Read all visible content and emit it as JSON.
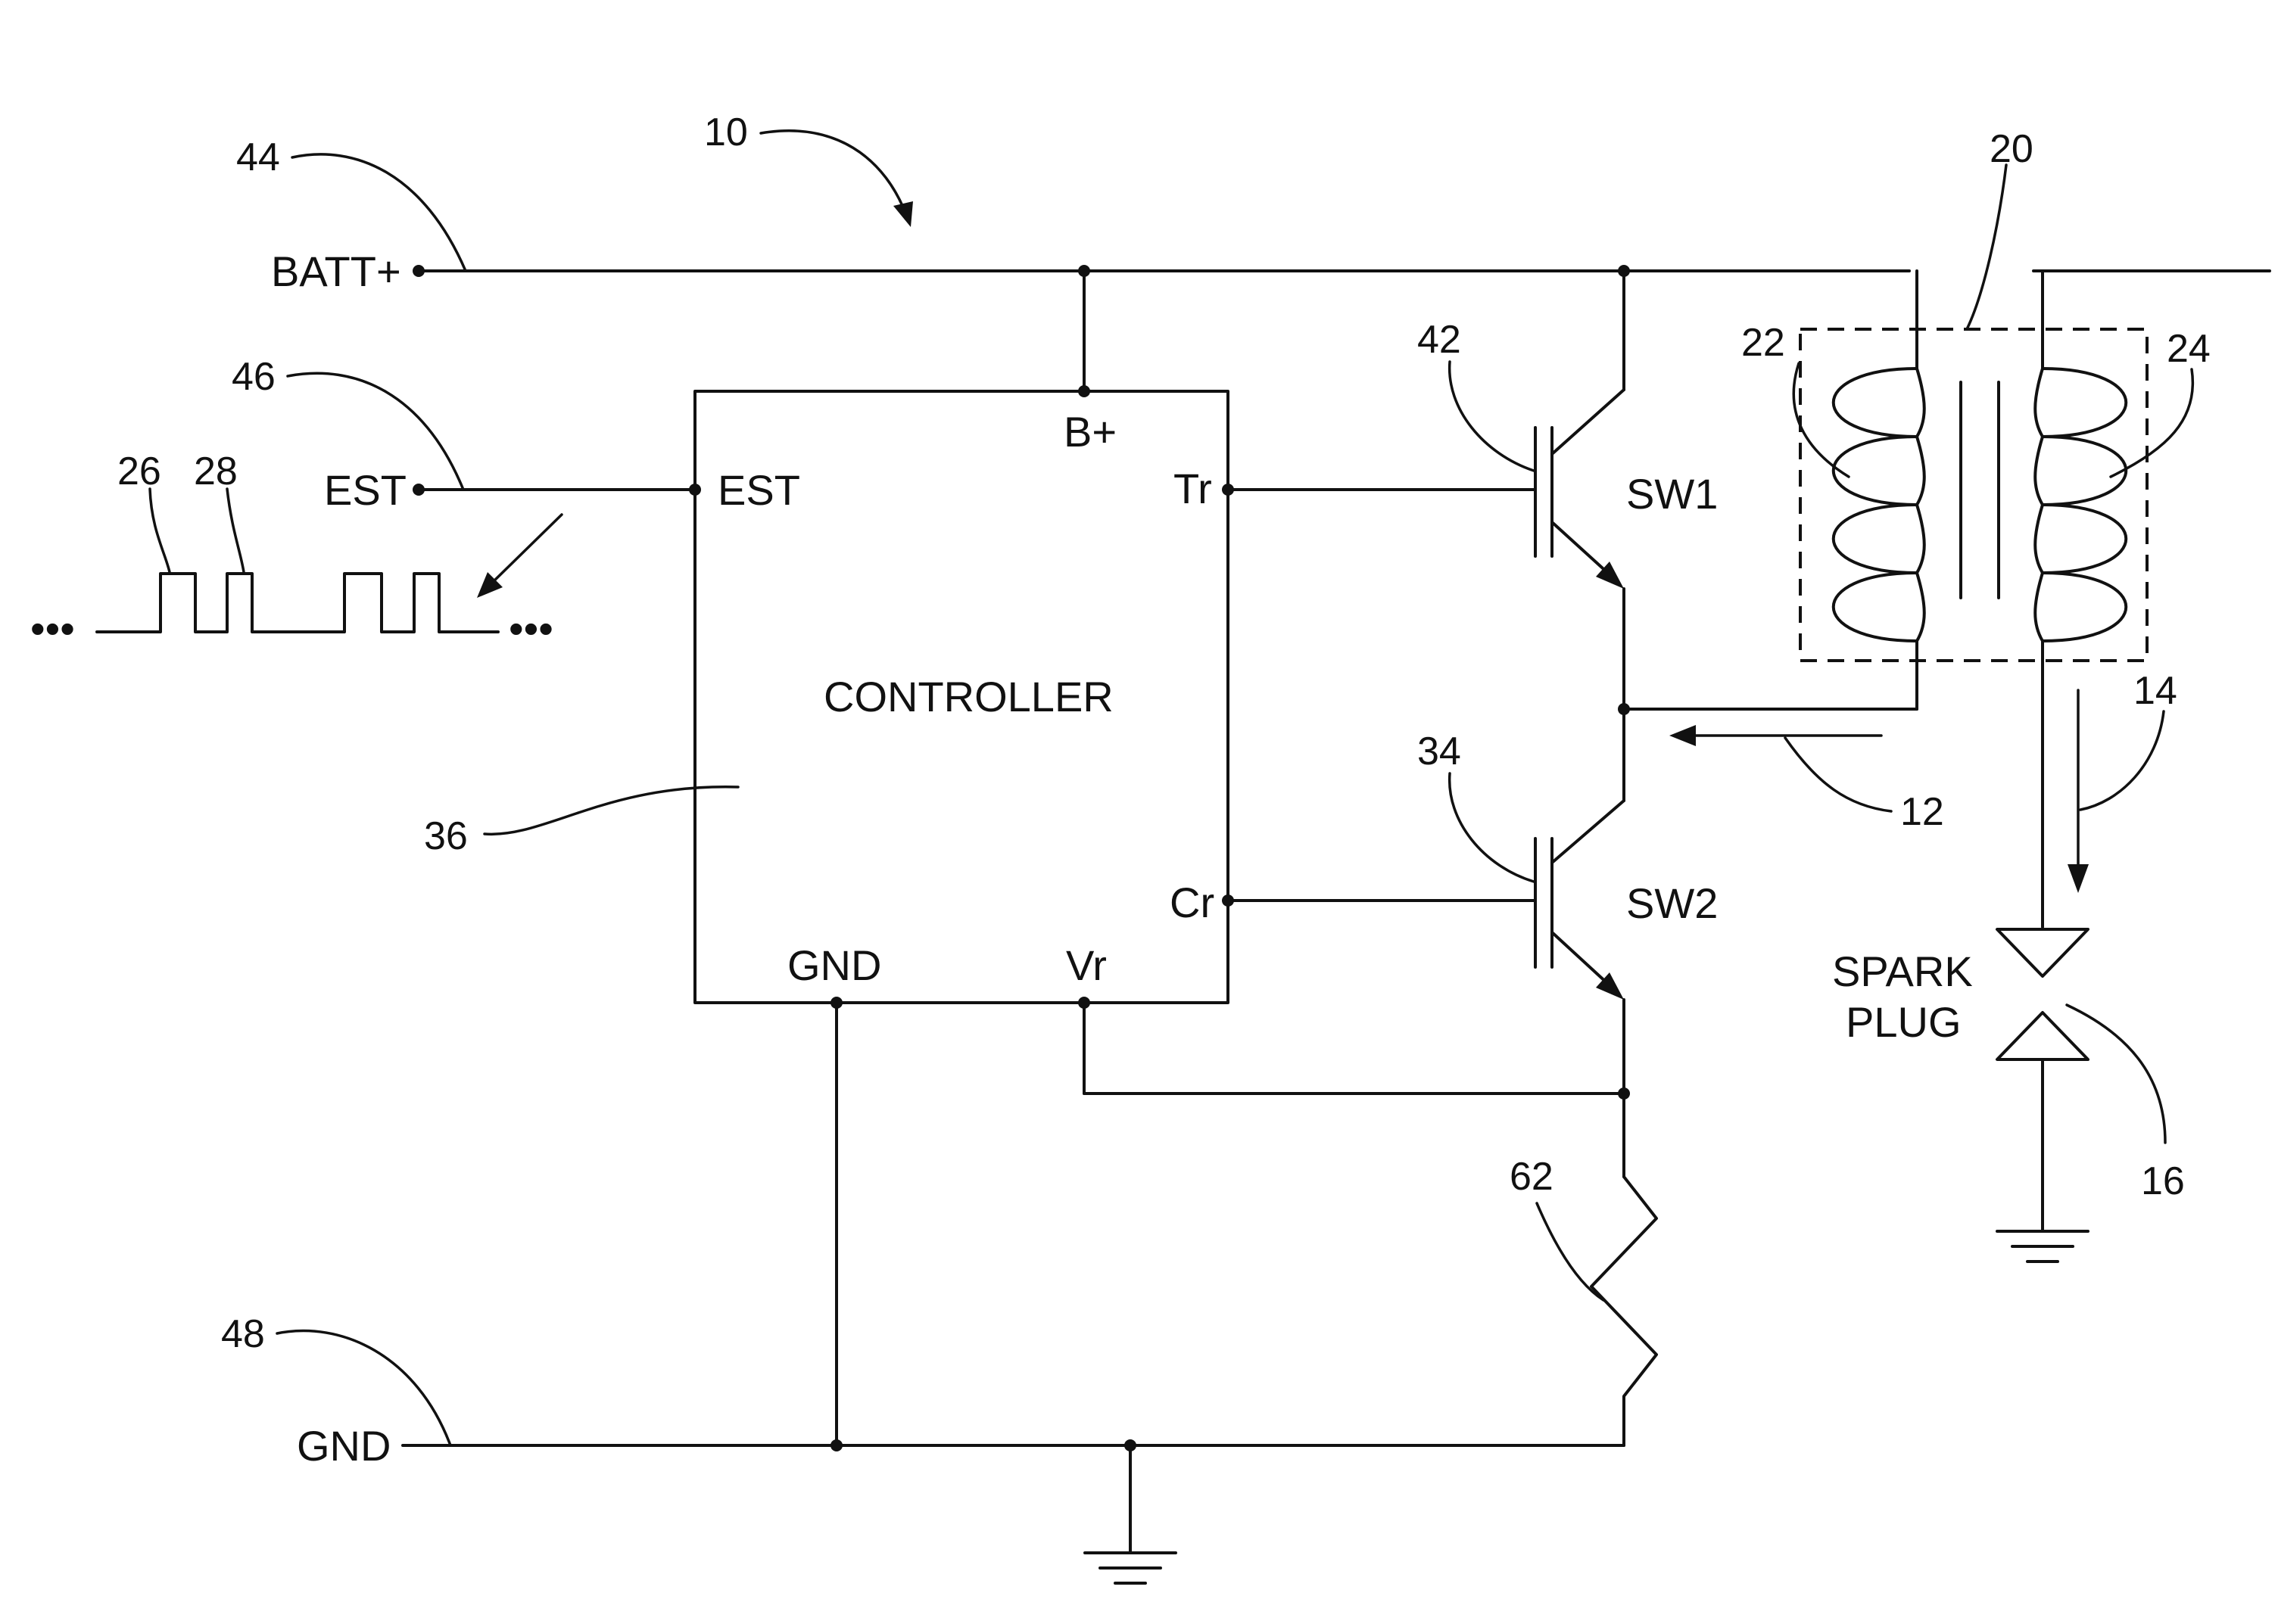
{
  "figure": {
    "ref_numbers": {
      "system": "10",
      "primary_current": "12",
      "secondary_current": "14",
      "spark_plug": "16",
      "coil": "20",
      "primary_winding": "22",
      "secondary_winding": "24",
      "pulse_a": "26",
      "pulse_b": "28",
      "sw2": "34",
      "controller": "36",
      "sw1": "42",
      "batt_terminal": "44",
      "est_terminal": "46",
      "gnd_terminal": "48",
      "resistor": "62"
    },
    "terminals": {
      "batt": "BATT+",
      "est": "EST",
      "gnd": "GND"
    },
    "controller": {
      "title": "CONTROLLER",
      "pins": {
        "est": "EST",
        "bplus": "B+",
        "tr": "Tr",
        "cr": "Cr",
        "gnd": "GND",
        "vr": "Vr"
      }
    },
    "switches": {
      "sw1": "SW1",
      "sw2": "SW2"
    },
    "spark_plug": {
      "line1": "SPARK",
      "line2": "PLUG"
    },
    "waveform_ellipsis": "•••",
    "line_color": "#111111",
    "background": "#ffffff"
  }
}
